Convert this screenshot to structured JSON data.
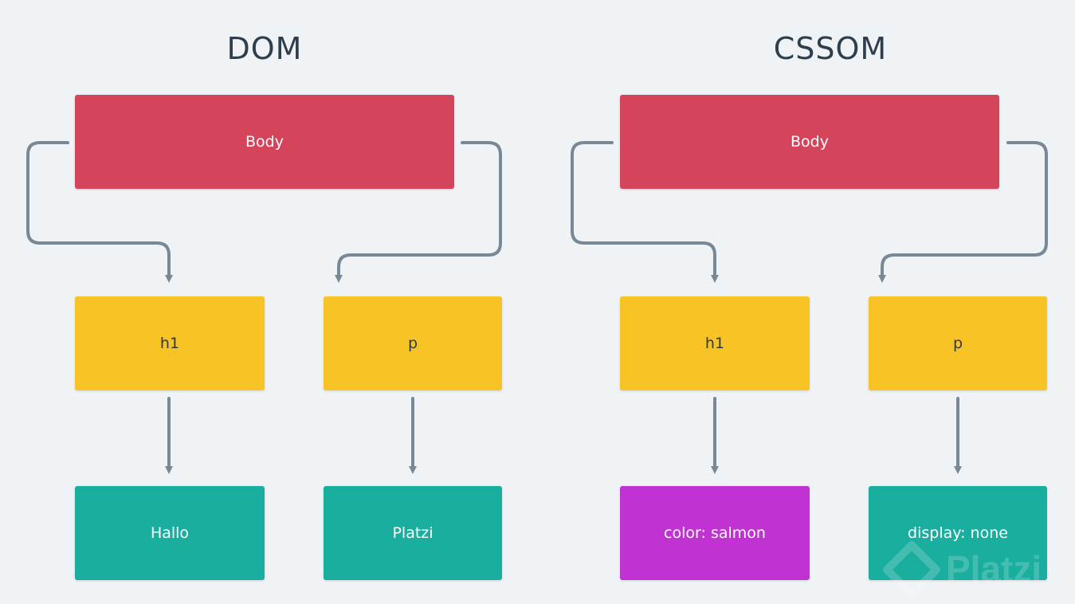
{
  "dom": {
    "title": "DOM",
    "body_label": "Body",
    "h1_label": "h1",
    "p_label": "p",
    "h1_child": "Hallo",
    "p_child": "Platzi"
  },
  "cssom": {
    "title": "CSSOM",
    "body_label": "Body",
    "h1_label": "h1",
    "p_label": "p",
    "h1_child": "color: salmon",
    "p_child": "display: none"
  },
  "watermark": {
    "text": "Platzi"
  },
  "colors": {
    "body_node": "#d4455b",
    "element_node": "#f7c325",
    "content_node": "#1aae9f",
    "style_node": "#c033d2",
    "connector": "#788896",
    "background": "#eff3f6"
  }
}
